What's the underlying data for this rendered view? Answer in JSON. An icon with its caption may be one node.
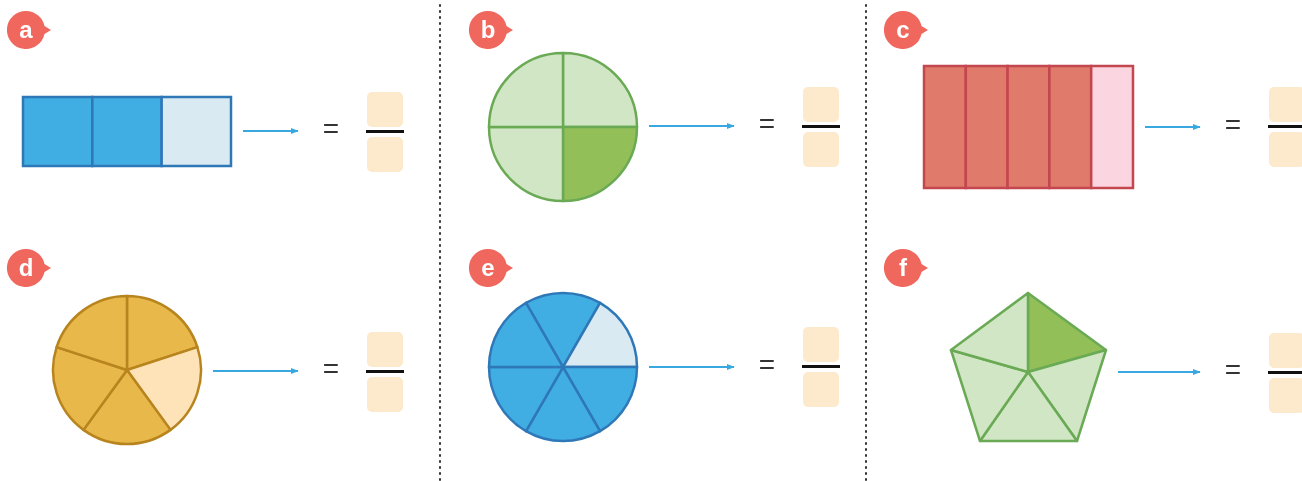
{
  "diagram": {
    "nodes": [
      {
        "text": [
          "a"
        ]
      },
      {
        "text": [],
        "shape": "box"
      },
      {
        "text": [
          "="
        ]
      },
      {
        "text": [
          "b"
        ]
      },
      {
        "text": [],
        "shape": "circle"
      },
      {
        "text": [
          "="
        ]
      },
      {
        "text": [
          "c"
        ]
      },
      {
        "text": [],
        "shape": "box"
      },
      {
        "text": [
          "="
        ]
      },
      {
        "text": [
          "d"
        ]
      },
      {
        "text": [],
        "shape": "circle"
      },
      {
        "text": [
          "="
        ]
      },
      {
        "text": [
          "e"
        ]
      },
      {
        "text": [],
        "shape": "circle"
      },
      {
        "text": [
          "="
        ]
      },
      {
        "text": [
          "f"
        ]
      },
      {
        "text": [],
        "shape": "pentagon"
      },
      {
        "text": [
          "="
        ]
      }
    ],
    "edges": [
      {
        "from": 1,
        "to": 2,
        "arrow": "to"
      },
      {
        "from": 4,
        "to": 5,
        "arrow": "to"
      },
      {
        "from": 7,
        "to": 8,
        "arrow": "to"
      },
      {
        "from": 10,
        "to": 11,
        "arrow": "to"
      },
      {
        "from": 13,
        "to": 14,
        "arrow": "to"
      },
      {
        "from": 16,
        "to": 17,
        "arrow": "to"
      }
    ]
  }
}
